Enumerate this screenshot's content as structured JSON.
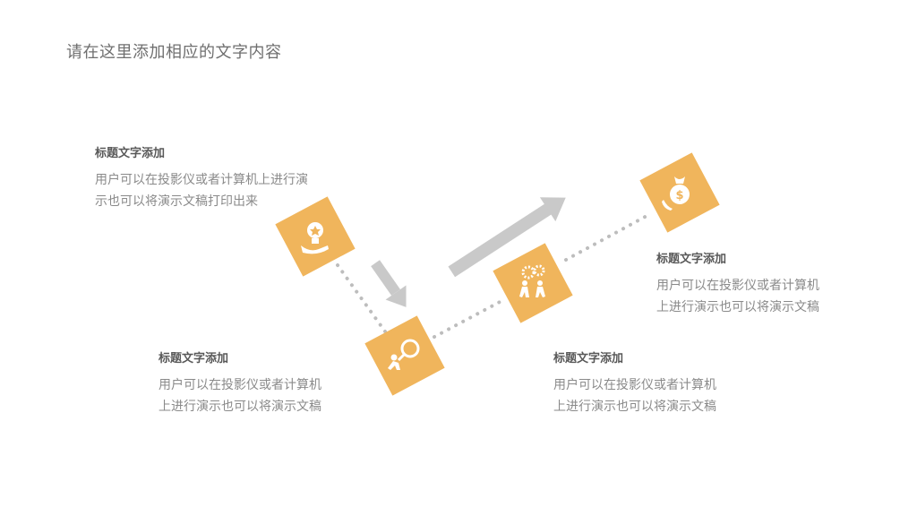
{
  "page": {
    "title": "请在这里添加相应的文字内容"
  },
  "colors": {
    "accent": "#F0B55C",
    "arrow": "#C9C9C9",
    "dots": "#BDBDBD",
    "icon": "#FFFFFF"
  },
  "steps": [
    {
      "title": "标题文字添加",
      "text": "用户可以在投影仪或者计算机上进行演\n示也可以将演示文稿打印出来",
      "icon": "lightbulb-hand-icon"
    },
    {
      "title": "标题文字添加",
      "text": "用户可以在投影仪或者计算机\n上进行演示也可以将演示文稿",
      "icon": "person-magnifier-icon"
    },
    {
      "title": "标题文字添加",
      "text": "用户可以在投影仪或者计算机\n上进行演示也可以将演示文稿",
      "icon": "teamwork-gears-icon"
    },
    {
      "title": "标题文字添加",
      "text": "用户可以在投影仪或者计算机\n上进行演示也可以将演示文稿",
      "icon": "money-bag-hand-icon"
    }
  ]
}
